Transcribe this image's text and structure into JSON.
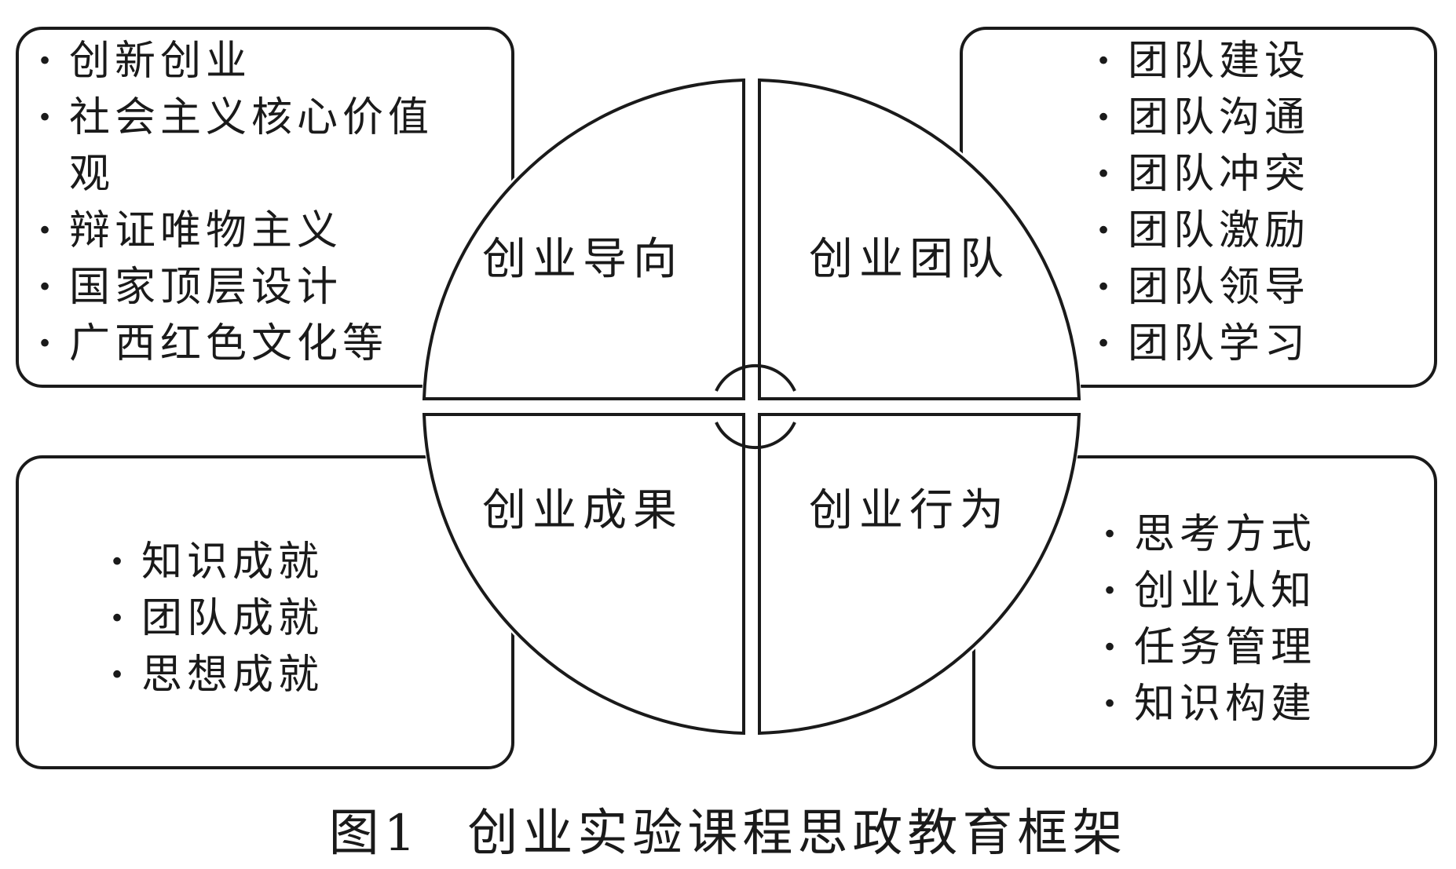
{
  "quadrants": {
    "top_left": "创业导向",
    "top_right": "创业团队",
    "bottom_left": "创业成果",
    "bottom_right": "创业行为"
  },
  "boxes": {
    "top_left": [
      "创新创业",
      "社会主义核心价值观",
      "辩证唯物主义",
      "国家顶层设计",
      "广西红色文化等"
    ],
    "top_right": [
      "团队建设",
      "团队沟通",
      "团队冲突",
      "团队激励",
      "团队领导",
      "团队学习"
    ],
    "bottom_left": [
      "知识成就",
      "团队成就",
      "思想成就"
    ],
    "bottom_right": [
      "思考方式",
      "创业认知",
      "任务管理",
      "知识构建"
    ]
  },
  "caption": {
    "figure_number": "图1",
    "title": "创业实验课程思政教育框架"
  }
}
